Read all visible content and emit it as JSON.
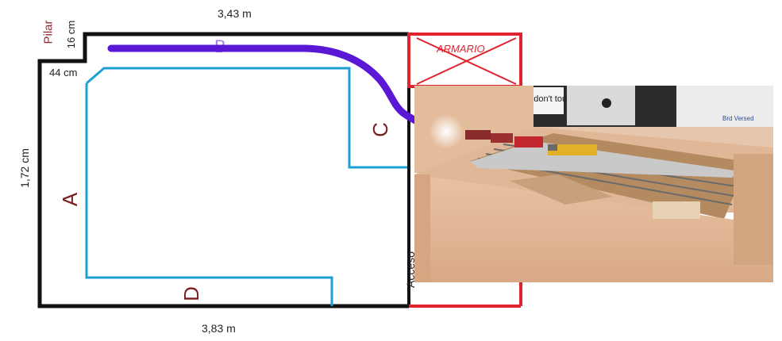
{
  "labels": {
    "top_width": "3,43 m",
    "bottom_width": "3,83 m",
    "left_height": "1,72 cm",
    "pillar": "Pilar",
    "pillar_depth": "16 cm",
    "notch_width": "44 cm",
    "section_a": "A",
    "section_b": "B",
    "section_c": "C",
    "section_d": "D",
    "access": "Acceso",
    "wardrobe": "ARMARIO"
  },
  "photo_text": {
    "sign": "e, don't touch",
    "brand": "Brd Versed"
  },
  "colors": {
    "wall": "#111111",
    "module": "#1ea0d6",
    "track_route": "#5a18d6",
    "wardrobe": "#e0242f",
    "section_letter": "#7a1c22",
    "pillar_text": "#8c2a33"
  }
}
